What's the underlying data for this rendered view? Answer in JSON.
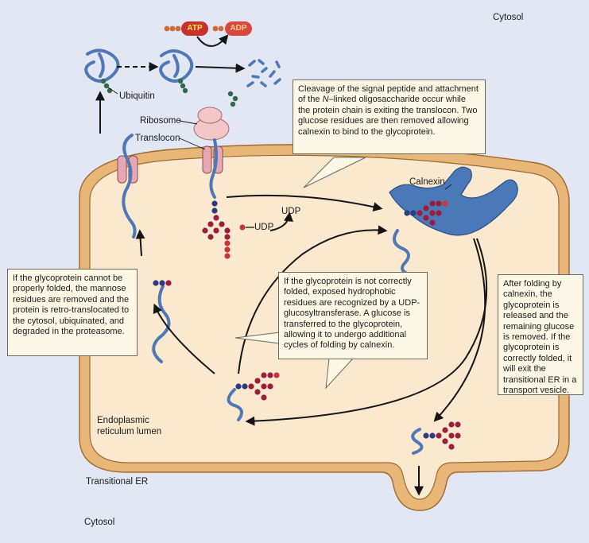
{
  "labels": {
    "cytosol_top": "Cytosol",
    "cytosol_bottom": "Cytosol",
    "ubiquitin": "Ubiquitin",
    "ribosome": "Ribosome",
    "translocon": "Translocon",
    "calnexin": "Calnexin",
    "udp_top": "UDP",
    "udp_left": "UDP",
    "er_lumen": "Endoplasmic\nreticulum lumen",
    "transitional_er": "Transitional ER",
    "atp": "ATP",
    "adp": "ADP"
  },
  "boxes": {
    "translocon_note_pre": "Cleavage of the signal peptide and attachment of the ",
    "translocon_note_italic": "N",
    "translocon_note_post": "–linked oligosaccharide occur while the protein chain is exiting the translocon. Two glucose residues are then removed allowing calnexin to bind to the glycoprotein.",
    "retro_note": "If the glycoprotein cannot be properly folded, the mannose residues are removed and the protein is retro-translocated to the cytosol, ubiquinated, and degraded in the proteasome.",
    "reglucosylation_note": "If the glycoprotein is not correctly folded, exposed hydrophobic residues are recognized by a UDP-glucosyltransferase. A glucose is transferred to the glycoprotein, allowing it to undergo additional cycles of folding by calnexin.",
    "exit_note": "After folding by calnexin, the glycoprotein is released and the remaining glucose is removed. If the glycoprotein is correctly folded, it will exit the transitional ER in a transport vesicle."
  },
  "colors": {
    "cytosol": "#e3e7f3",
    "membrane": "#e8b676",
    "lumen": "#fbe9cf",
    "protein": "#4f78b7",
    "calnexin": "#4a78b8",
    "translocon": "#e7a8b4",
    "ribosome": "#f3c6c8",
    "sugar": "#9b1d3a",
    "glucose": "#c8363d",
    "gnac": "#2c3b82",
    "ubiquitin": "#2f6a4e",
    "atp": "#c9312c",
    "adp": "#d9483f",
    "box_fill": "#fdf8e6"
  }
}
